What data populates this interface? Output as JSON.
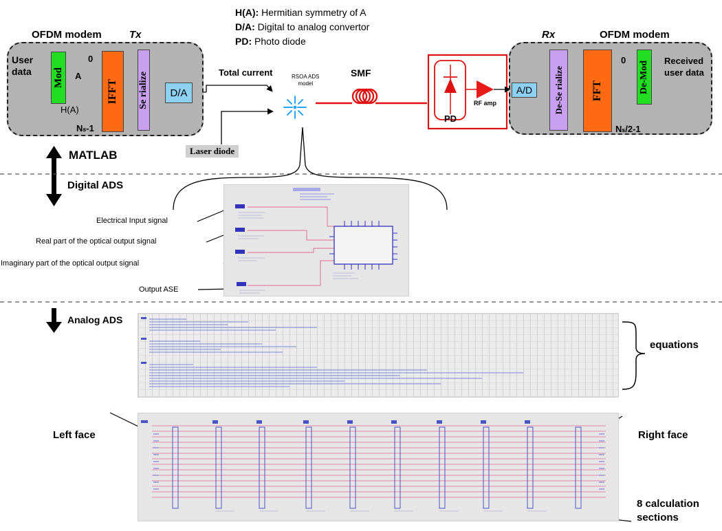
{
  "legend": {
    "h_a_key": "H(A):",
    "h_a_text": " Hermitian symmetry of A",
    "d_a_key": "D/A:",
    "d_a_text": "  Digital to analog convertor",
    "pd_key": "PD:",
    "pd_text": " Photo diode"
  },
  "tx": {
    "modem_title": "OFDM modem",
    "side": "Tx",
    "user_data": "User\ndata",
    "mod": "Mod",
    "ifft": "IFFT",
    "serialize": "Se rialize",
    "zero": "0",
    "a": "A",
    "h_a": "H(A)",
    "ns": "Nₛ-1",
    "da": "D/A"
  },
  "middle": {
    "total_current": "Total current",
    "rsoa": "RSOA ADS\nmodel",
    "smf": "SMF",
    "laser": "Laser diode",
    "pd": "PD",
    "rf_amp": "RF amp"
  },
  "rx": {
    "modem_title": "OFDM modem",
    "side": "Rx",
    "ad": "A/D",
    "deserialize": "De-Se rialize",
    "fft": "FFT",
    "demod": "De-Mod",
    "zero": "0",
    "ns": "Nₛ/2-1",
    "received": "Received\nuser data"
  },
  "levels": {
    "matlab": "MATLAB",
    "digital": "Digital ADS",
    "analog": "Analog  ADS"
  },
  "digital_ports": [
    "Electrical Input signal",
    "Real part of the optical output signal",
    "Imaginary part of the optical output signal",
    "Output ASE"
  ],
  "analog": {
    "equations": "equations",
    "left_face": "Left face",
    "right_face": "Right face",
    "calc_sections": "8 calculation\nsections"
  },
  "colors": {
    "mod": "#22dd22",
    "ifft": "#ff6a13",
    "serialize": "#c9a0f0",
    "da": "#8fd0f5",
    "fiber": "#e01010",
    "modem_bg": "#b3b3b3"
  }
}
